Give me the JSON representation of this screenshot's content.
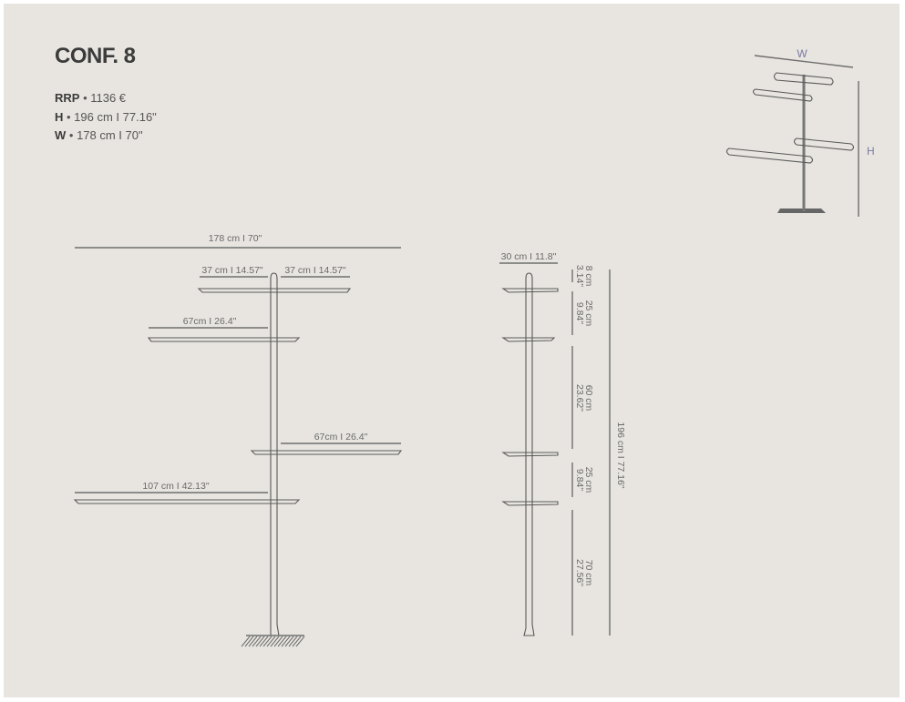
{
  "title": "CONF. 8",
  "specs": [
    {
      "key": "RRP",
      "sep": " • ",
      "value": "1136 €"
    },
    {
      "key": "H",
      "sep": " • ",
      "value": "196 cm I 77.16\""
    },
    {
      "key": "W",
      "sep": " • ",
      "value": "178 cm I 70\""
    }
  ],
  "front_view": {
    "overall_width": "178 cm I 70\"",
    "shelf1_left": "37 cm I 14.57\"",
    "shelf1_right": "37 cm I 14.57\"",
    "shelf2": "67cm I 26.4\"",
    "shelf3": "67cm I 26.4\"",
    "shelf4": "107 cm I 42.13\""
  },
  "side_view": {
    "depth": "30 cm I 11.8\"",
    "total_height": "196 cm I 77.16\"",
    "segments": [
      {
        "cm": "8 cm",
        "in": "3.14\""
      },
      {
        "cm": "25 cm",
        "in": "9.84\""
      },
      {
        "cm": "60 cm",
        "in": "23.62\""
      },
      {
        "cm": "25 cm",
        "in": "9.84\""
      },
      {
        "cm": "70 cm",
        "in": "27.56\""
      }
    ]
  },
  "iso_view": {
    "width_label": "W",
    "height_label": "H"
  }
}
